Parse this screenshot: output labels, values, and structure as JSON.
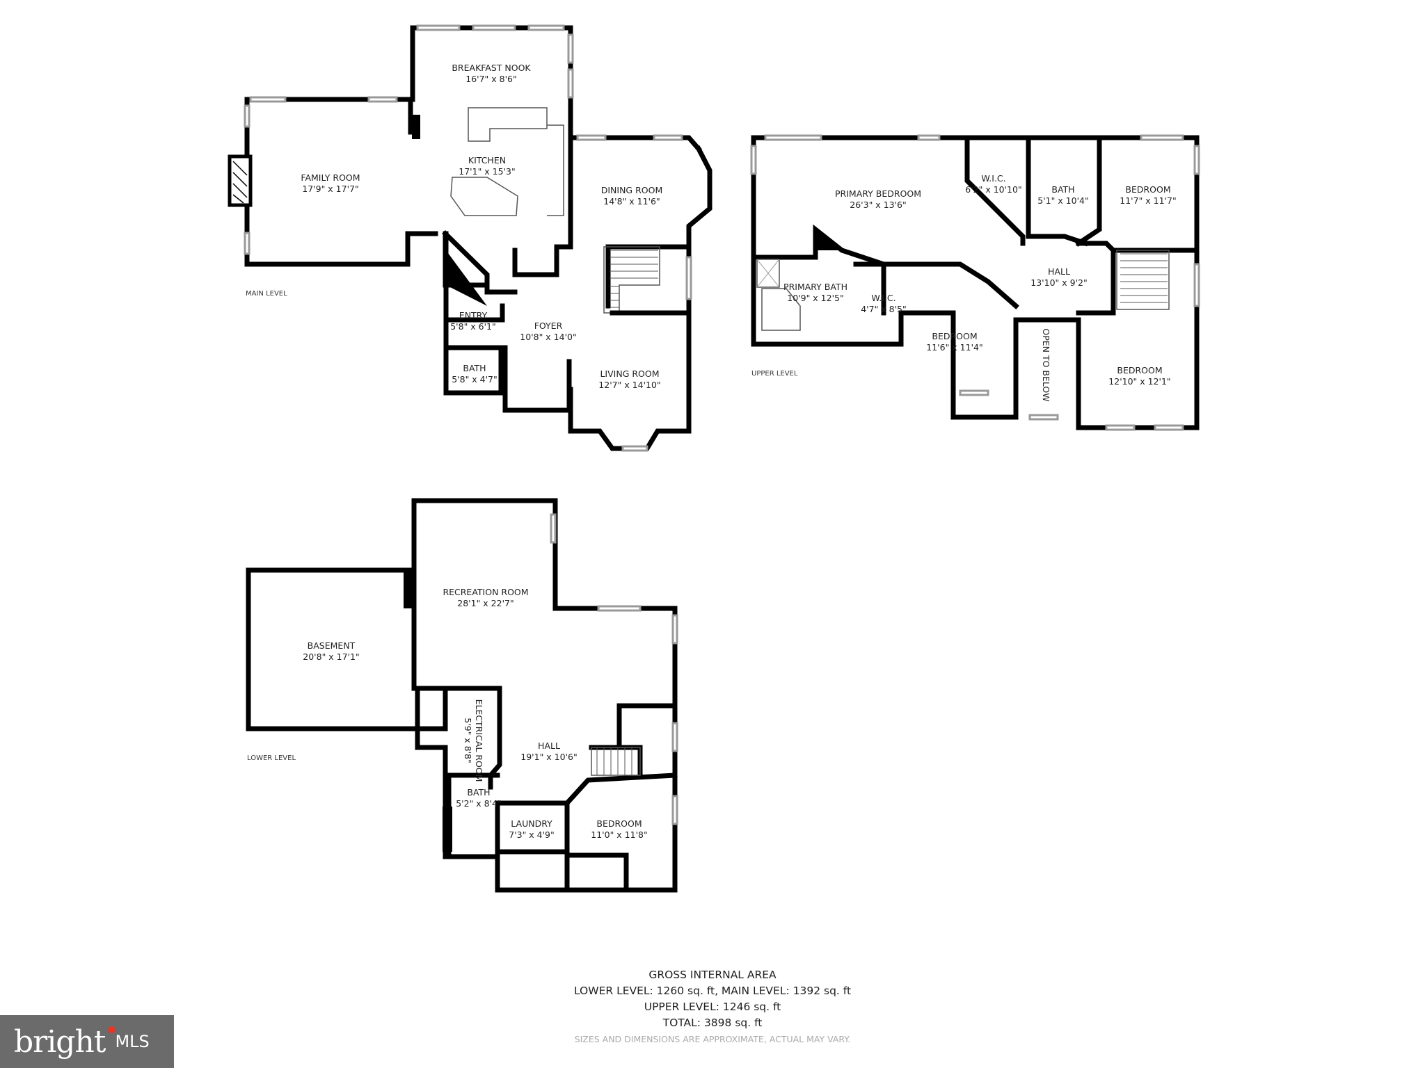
{
  "levels": {
    "main": "MAIN LEVEL",
    "upper": "UPPER LEVEL",
    "lower": "LOWER LEVEL"
  },
  "rooms": {
    "breakfast_nook": {
      "name": "BREAKFAST NOOK",
      "dims": "16'7\" x 8'6\""
    },
    "family_room": {
      "name": "FAMILY ROOM",
      "dims": "17'9\" x 17'7\""
    },
    "kitchen": {
      "name": "KITCHEN",
      "dims": "17'1\" x 15'3\""
    },
    "dining_room": {
      "name": "DINING ROOM",
      "dims": "14'8\" x 11'6\""
    },
    "entry": {
      "name": "ENTRY",
      "dims": "5'8\" x 6'1\""
    },
    "foyer": {
      "name": "FOYER",
      "dims": "10'8\" x 14'0\""
    },
    "main_bath": {
      "name": "BATH",
      "dims": "5'8\" x 4'7\""
    },
    "living_room": {
      "name": "LIVING ROOM",
      "dims": "12'7\" x 14'10\""
    },
    "primary_bedroom": {
      "name": "PRIMARY BEDROOM",
      "dims": "26'3\" x 13'6\""
    },
    "wic_upper_1": {
      "name": "W.I.C.",
      "dims": "6'2\" x 10'10\""
    },
    "upper_bath": {
      "name": "BATH",
      "dims": "5'1\" x 10'4\""
    },
    "bedroom_upper_1": {
      "name": "BEDROOM",
      "dims": "11'7\" x 11'7\""
    },
    "upper_hall": {
      "name": "HALL",
      "dims": "13'10\" x 9'2\""
    },
    "primary_bath": {
      "name": "PRIMARY BATH",
      "dims": "10'9\" x 12'5\""
    },
    "wic_upper_2": {
      "name": "W.I.C.",
      "dims": "4'7\" x 8'5\""
    },
    "bedroom_upper_2": {
      "name": "BEDROOM",
      "dims": "11'6\" x 11'4\""
    },
    "open_to_below": {
      "name": "OPEN TO BELOW"
    },
    "bedroom_upper_3": {
      "name": "BEDROOM",
      "dims": "12'10\" x 12'1\""
    },
    "recreation_room": {
      "name": "RECREATION ROOM",
      "dims": "28'1\" x 22'7\""
    },
    "basement": {
      "name": "BASEMENT",
      "dims": "20'8\" x 17'1\""
    },
    "electrical_room": {
      "name": "ELECTRICAL ROOM",
      "dims": "5'9\" x 8'8\""
    },
    "lower_hall": {
      "name": "HALL",
      "dims": "19'1\" x 10'6\""
    },
    "lower_bath": {
      "name": "BATH",
      "dims": "5'2\" x 8'4\""
    },
    "laundry": {
      "name": "LAUNDRY",
      "dims": "7'3\" x 4'9\""
    },
    "bedroom_lower": {
      "name": "BEDROOM",
      "dims": "11'0\" x 11'8\""
    }
  },
  "summary": {
    "title": "GROSS INTERNAL AREA",
    "line1": "LOWER LEVEL: 1260 sq. ft, MAIN LEVEL: 1392 sq. ft",
    "line2": "UPPER LEVEL: 1246 sq. ft",
    "line3": "TOTAL: 3898 sq. ft",
    "disclaimer": "SIZES AND DIMENSIONS ARE APPROXIMATE, ACTUAL MAY VARY."
  },
  "logo": {
    "wordmark": "bright",
    "suffix": "MLS"
  }
}
